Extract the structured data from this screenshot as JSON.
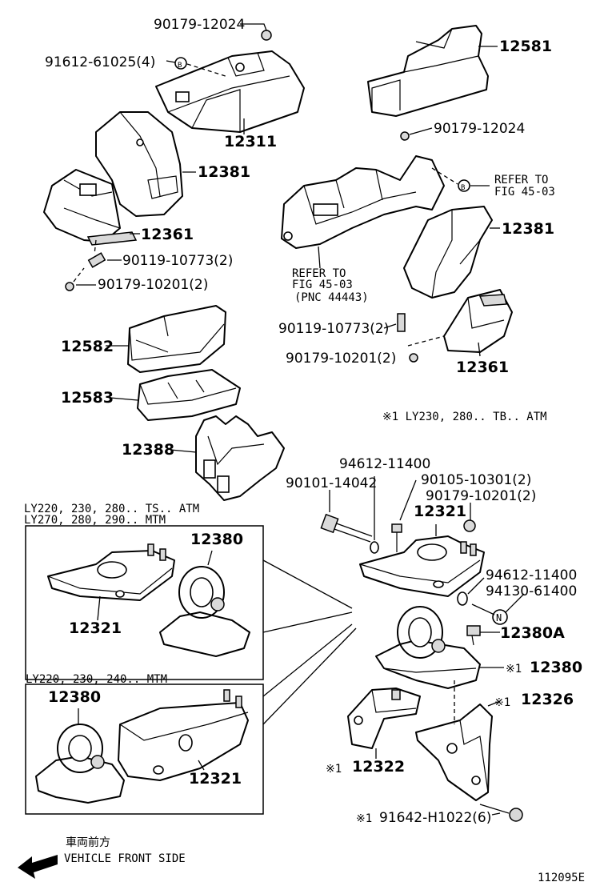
{
  "labels": {
    "p_90179_12024_a": "90179-12024",
    "p_91612_61025": "91612-61025(4)",
    "p_12581": "12581",
    "p_90179_12024_b": "90179-12024",
    "p_12311": "12311",
    "p_12381_a": "12381",
    "p_refer_b": "REFER TO",
    "p_fig_b": "FIG 45-03",
    "p_12361_a": "12361",
    "p_90119_a": "90119-10773(2)",
    "p_90179_10201_a": "90179-10201(2)",
    "p_12381_b": "12381",
    "p_refer_1": "REFER TO",
    "p_fig_1": "FIG 45-03",
    "p_pnc": "(PNC 44443)",
    "p_90119_b": "90119-10773(2)",
    "p_90179_10201_b": "90179-10201(2)",
    "p_12361_b": "12361",
    "p_12582": "12582",
    "p_12583": "12583",
    "p_note1": "※1 LY230, 280.. TB.. ATM",
    "p_12388": "12388",
    "p_94612_a": "94612-11400",
    "p_90101": "90101-14042",
    "p_90105": "90105-10301(2)",
    "p_90179_10201_c": "90179-10201(2)",
    "p_12321_main": "12321",
    "p_box1_line1": "LY220, 230, 280.. TS.. ATM",
    "p_box1_line2": "LY270, 280, 290.. MTM",
    "p_12380_box1": "12380",
    "p_12321_box1": "12321",
    "p_94612_b": "94612-11400",
    "p_94130": "94130-61400",
    "p_12380A": "12380A",
    "p_12380_main": "12380",
    "p_12326": "12326",
    "p_box2_line1": "LY220, 230, 240.. MTM",
    "p_12380_box2": "12380",
    "p_12321_box2": "12321",
    "p_12322": "12322",
    "p_91642": "91642-H1022(6)",
    "p_jp": "車両前方",
    "p_front": "VEHICLE FRONT SIDE",
    "p_code": "112095E",
    "mark_1": "※1",
    "mark_b": "B",
    "mark_n": "N"
  },
  "icons": [
    "front-arrow-icon",
    "callout-b-icon",
    "callout-n-icon"
  ]
}
